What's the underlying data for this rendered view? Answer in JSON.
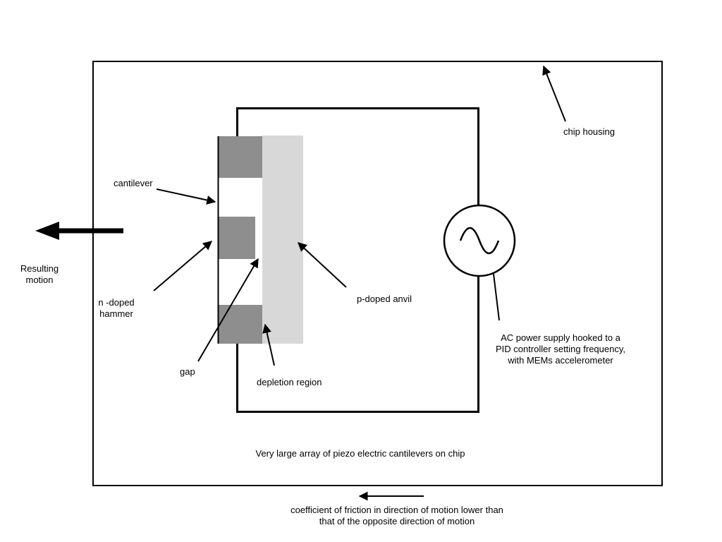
{
  "diagram": {
    "labels": {
      "chip_housing": "chip housing",
      "cantilever": "cantilever",
      "resulting_motion_line1": "Resulting",
      "resulting_motion_line2": "motion",
      "n_doped_hammer_line1": "n -doped",
      "n_doped_hammer_line2": "hammer",
      "gap": "gap",
      "depletion_region": "depletion region",
      "p_doped_anvil": "p-doped anvil",
      "ac_power_supply": "AC power supply hooked to a PID controller setting frequency, with MEMs accelerometer"
    },
    "caption": "Very large array of piezo electric cantilevers on chip",
    "footnote_line1": "coefficient of friction in direction of motion lower than",
    "footnote_line2": "that of the opposite direction of motion"
  },
  "colors": {
    "ink": "#000000",
    "hammer_gray": "#8e8e8e",
    "anvil_gray": "#d8d8d8",
    "background": "#ffffff"
  }
}
